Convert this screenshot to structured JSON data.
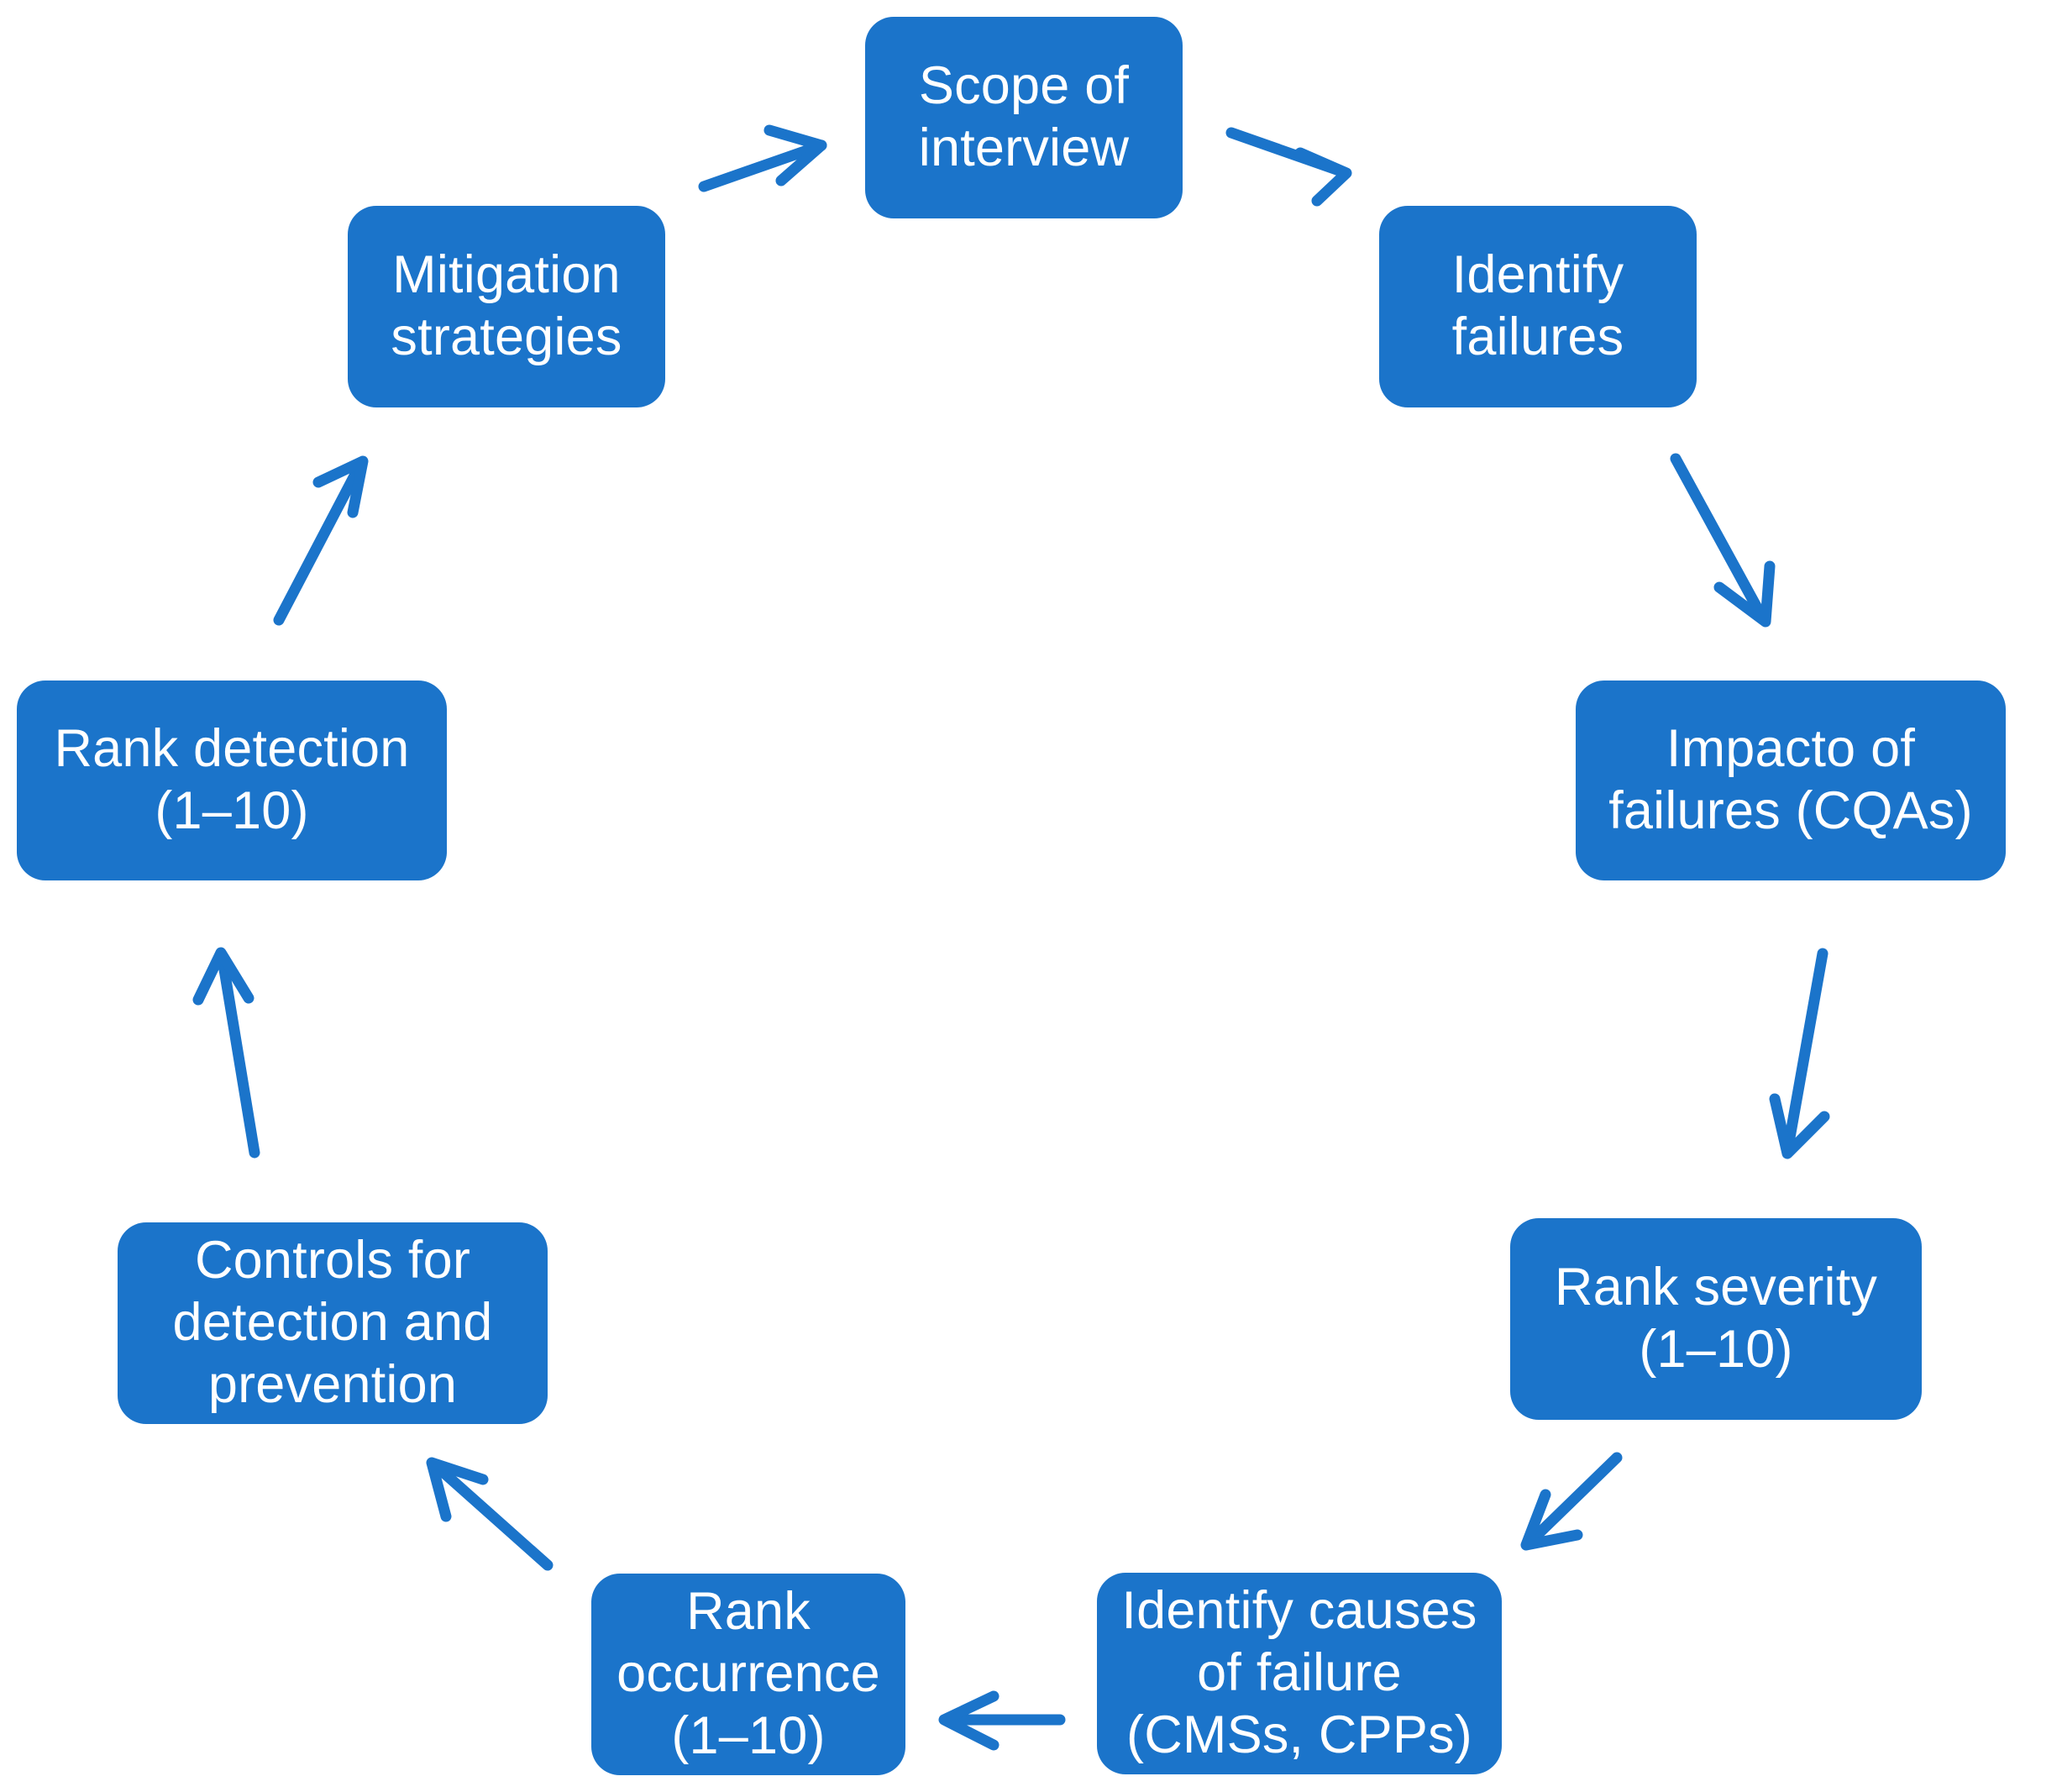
{
  "diagram": {
    "type": "cycle",
    "title": "",
    "accent_color": "#1b74ca",
    "text_color": "#ffffff",
    "background_color": "#ffffff",
    "direction": "clockwise",
    "nodes": [
      {
        "id": "scope",
        "label": "Scope of\ninterview",
        "order": 1
      },
      {
        "id": "identify-fail",
        "label": "Identify\nfailures",
        "order": 2
      },
      {
        "id": "impact",
        "label": "Impacto of\nfailures (CQAs)",
        "order": 3
      },
      {
        "id": "severity",
        "label": "Rank severity\n(1–10)",
        "order": 4
      },
      {
        "id": "causes",
        "label": "Identify causes\nof failure\n(CMSs, CPPs)",
        "order": 5
      },
      {
        "id": "occurrence",
        "label": "Rank\noccurrence\n(1–10)",
        "order": 6
      },
      {
        "id": "controls",
        "label": "Controls for\ndetection and\nprevention",
        "order": 7
      },
      {
        "id": "detection",
        "label": "Rank detection\n(1–10)",
        "order": 8
      },
      {
        "id": "mitigation",
        "label": "Mitigation\nstrategies",
        "order": 9
      }
    ],
    "edges": [
      {
        "from": "scope",
        "to": "identify-fail",
        "name": "arrow-scope-to-identify-failures"
      },
      {
        "from": "identify-fail",
        "to": "impact",
        "name": "arrow-identify-failures-to-impact"
      },
      {
        "from": "impact",
        "to": "severity",
        "name": "arrow-impact-to-rank-severity"
      },
      {
        "from": "severity",
        "to": "causes",
        "name": "arrow-rank-severity-to-identify-causes"
      },
      {
        "from": "causes",
        "to": "occurrence",
        "name": "arrow-identify-causes-to-rank-occurrence"
      },
      {
        "from": "occurrence",
        "to": "controls",
        "name": "arrow-rank-occurrence-to-controls"
      },
      {
        "from": "controls",
        "to": "detection",
        "name": "arrow-controls-to-rank-detection"
      },
      {
        "from": "detection",
        "to": "mitigation",
        "name": "arrow-rank-detection-to-mitigation"
      },
      {
        "from": "mitigation",
        "to": "scope",
        "name": "arrow-mitigation-to-scope"
      }
    ]
  }
}
